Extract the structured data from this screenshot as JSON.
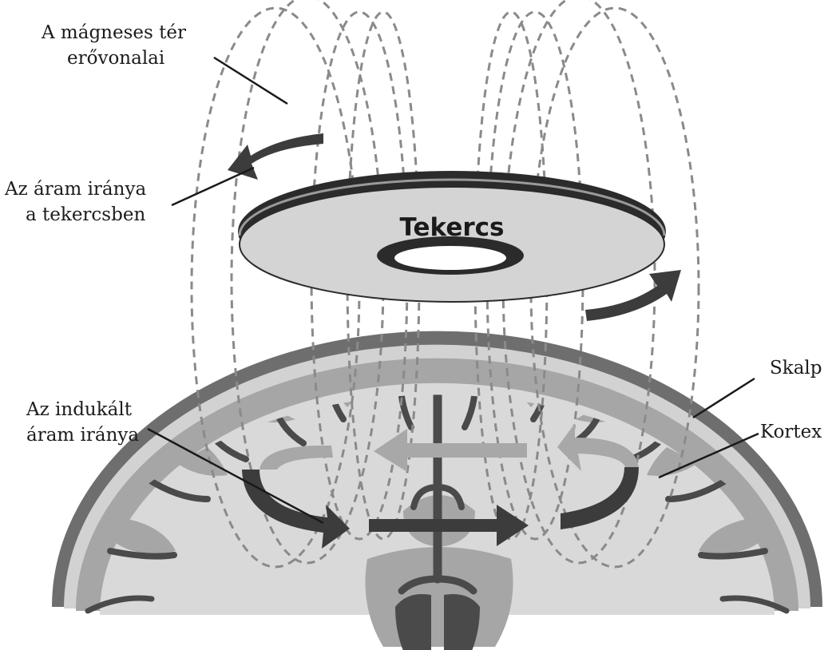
{
  "labels": {
    "field_lines_1": "A mágneses tér",
    "field_lines_2": "erővonalai",
    "coil_current_1": "Az áram iránya",
    "coil_current_2": "a tekercsben",
    "coil": "Tekercs",
    "induced_current_1": "Az indukált",
    "induced_current_2": "áram iránya",
    "scalp": "Skalp",
    "cortex": "Kortex"
  },
  "colors": {
    "scalp": "#6e6e6e",
    "skull": "#d2d2d2",
    "cortex_gray": "#a6a6a6",
    "white_matter": "#d9d9d9",
    "sulcus": "#4a4a4a",
    "coil_top": "#2b2b2b",
    "coil_face": "#d4d4d4",
    "field_line": "#8a8a8a",
    "arrow_dark": "#3c3c3c",
    "arrow_light": "#a8a8a8"
  }
}
